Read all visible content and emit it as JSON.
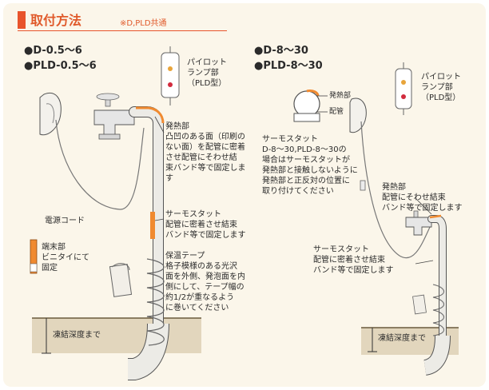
{
  "colors": {
    "accent": "#e8542c",
    "heading": "#e05a2b",
    "panel_bg": "#fbf6ea",
    "ground": "#cdbb98",
    "pipe": "#e9e6e0",
    "heater": "#f08a30",
    "text": "#2b2b2b"
  },
  "header": {
    "title": "取付方法",
    "note": "※D,PLD共通"
  },
  "left": {
    "model_1": "●D-0.5～6",
    "model_2": "●PLD-0.5～6",
    "pilot_lamp": "パイロット\nランプ部\n（PLD型）",
    "heater_part": "発熱部\n凸凹のある面（印刷の\nない面）を配管に密着\nさせ配管にそわせ結\n束バンド等で固定しま\nす",
    "power_cord": "電源コード",
    "thermostat": "サーモスタット\n配管に密着させ結束\nバンド等で固定します",
    "insulation_tape": "保温テープ\n格子模様のある光沢\n面を外側、発泡面を内\n側にして、テープ幅の\n約1/2が重なるよう\nに巻いてください",
    "end_part": "端末部\nビニタイにて\n固定",
    "freeze_depth": "凍結深度まで"
  },
  "right": {
    "model_1": "●D-8～30",
    "model_2": "●PLD-8～30",
    "pilot_lamp": "パイロット\nランプ部\n（PLD型）",
    "heater_tag": "発熱部",
    "pipe_tag": "配管",
    "thermostat_note": "サーモスタット\nD-8～30,PLD-8～30の\n場合はサーモスタットが\n発熱部と接触しないように\n発熱部と正反対の位置に\n取り付けてください",
    "heater_part": "発熱部\n配管にそわせ結束\nバンド等で固定します",
    "thermostat": "サーモスタット\n配管に密着させ結束\nバンド等で固定します",
    "freeze_depth": "凍結深度まで"
  }
}
